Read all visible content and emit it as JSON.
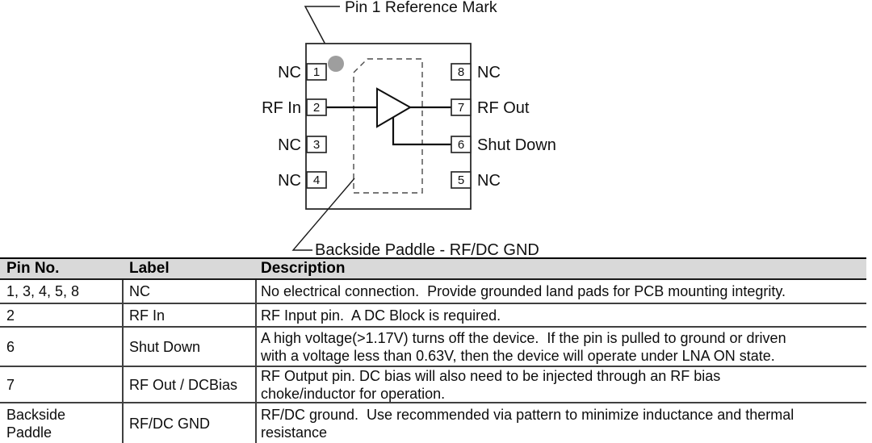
{
  "diagram": {
    "pin1_mark_label": "Pin 1 Reference Mark",
    "backside_label": "Backside Paddle - RF/DC GND",
    "dot_color": "#9e9e9e",
    "left_pins": [
      {
        "num": "1",
        "label": "NC"
      },
      {
        "num": "2",
        "label": "RF In"
      },
      {
        "num": "3",
        "label": "NC"
      },
      {
        "num": "4",
        "label": "NC"
      }
    ],
    "right_pins": [
      {
        "num": "8",
        "label": "NC"
      },
      {
        "num": "7",
        "label": "RF Out"
      },
      {
        "num": "6",
        "label": "Shut Down"
      },
      {
        "num": "5",
        "label": "NC"
      }
    ]
  },
  "table": {
    "header_bg": "#d9d9d9",
    "headers": [
      "Pin No.",
      "Label",
      "Description"
    ],
    "rows": [
      {
        "pin": "1, 3, 4, 5, 8",
        "label": "NC",
        "desc": "No electrical connection.  Provide grounded land pads for PCB mounting integrity."
      },
      {
        "pin": "2",
        "label": "RF In",
        "desc": "RF Input pin.  A DC Block is required."
      },
      {
        "pin": "6",
        "label": "Shut Down",
        "desc": "A high voltage(>1.17V) turns off the device.  If the pin is pulled to ground or driven\nwith a voltage less than 0.63V, then the device will operate under LNA ON state."
      },
      {
        "pin": "7",
        "label": "RF Out / DCBias",
        "desc": "RF Output pin. DC bias will also need to be injected through an RF bias\nchoke/inductor for operation."
      },
      {
        "pin": "Backside\nPaddle",
        "label": "RF/DC GND",
        "desc": "RF/DC ground.  Use recommended via pattern to minimize inductance and thermal\nresistance"
      }
    ]
  }
}
